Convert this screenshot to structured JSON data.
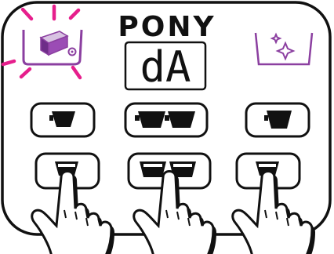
{
  "panel": {
    "brand": "PONY",
    "display_text": "dA"
  },
  "indicators": {
    "descale": {
      "icon": "descale-icon",
      "state": "blinking",
      "color": "#e61e8c"
    },
    "clean": {
      "icon": "sparkle-icon",
      "color": "#8b3fa0"
    }
  },
  "buttons": [
    {
      "name": "single-cup-top-button",
      "icon": "single-cup-icon"
    },
    {
      "name": "double-cup-top-button",
      "icon": "double-cup-icon"
    },
    {
      "name": "large-cup-top-button",
      "icon": "cup-icon"
    },
    {
      "name": "single-cup-small-button",
      "icon": "small-cup-icon",
      "pressed": true
    },
    {
      "name": "double-cup-small-button",
      "icon": "double-small-cup-icon",
      "pressed": true
    },
    {
      "name": "cup-small-button",
      "icon": "small-cup-icon",
      "pressed": true
    }
  ],
  "colors": {
    "accent_pink": "#e61e8c",
    "accent_purple": "#8b3fa0",
    "outline": "#111111"
  }
}
